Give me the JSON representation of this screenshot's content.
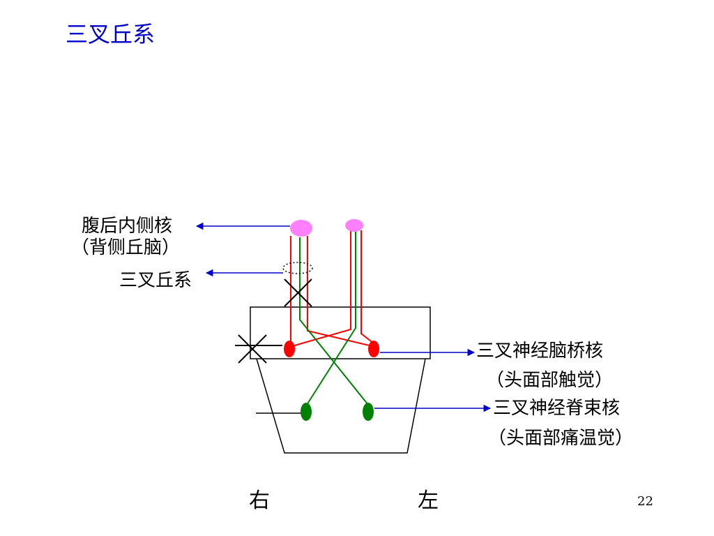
{
  "slide": {
    "title": "三叉丘系",
    "page_number": "22"
  },
  "labels": {
    "vpm_line1": "腹后内侧核",
    "vpm_line2": "（背侧丘脑）",
    "lemniscus": "三叉丘系",
    "pontine_line1": "三叉神经脑桥核",
    "pontine_line2": "（头面部触觉）",
    "spinal_line1": "三叉神经脊束核",
    "spinal_line2": "（头面部痛温觉）",
    "right": "右",
    "left": "左"
  },
  "colors": {
    "title": "#0000cc",
    "arrow": "#0000cc",
    "red_pathway": "#ff0000",
    "green_pathway": "#008000",
    "thalamus_nucleus": "#ff80ff",
    "outline": "#000000"
  }
}
